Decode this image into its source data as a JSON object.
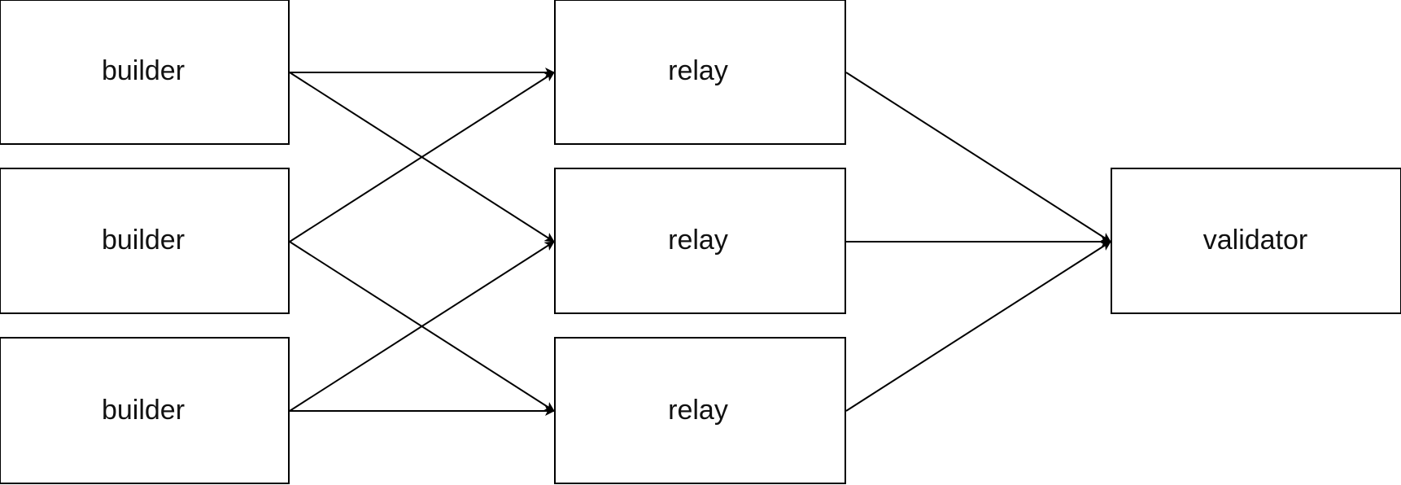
{
  "nodes": {
    "builder_1": {
      "label": "builder"
    },
    "builder_2": {
      "label": "builder"
    },
    "builder_3": {
      "label": "builder"
    },
    "relay_1": {
      "label": "relay"
    },
    "relay_2": {
      "label": "relay"
    },
    "relay_3": {
      "label": "relay"
    },
    "validator": {
      "label": "validator"
    }
  },
  "edges": [
    {
      "from": "builder_1",
      "to": "relay_1"
    },
    {
      "from": "builder_1",
      "to": "relay_2"
    },
    {
      "from": "builder_2",
      "to": "relay_1"
    },
    {
      "from": "builder_2",
      "to": "relay_3"
    },
    {
      "from": "builder_3",
      "to": "relay_2"
    },
    {
      "from": "builder_3",
      "to": "relay_3"
    },
    {
      "from": "relay_1",
      "to": "validator"
    },
    {
      "from": "relay_2",
      "to": "validator"
    },
    {
      "from": "relay_3",
      "to": "validator"
    }
  ],
  "colors": {
    "stroke": "#000000",
    "fill": "#ffffff",
    "text": "#111111"
  }
}
